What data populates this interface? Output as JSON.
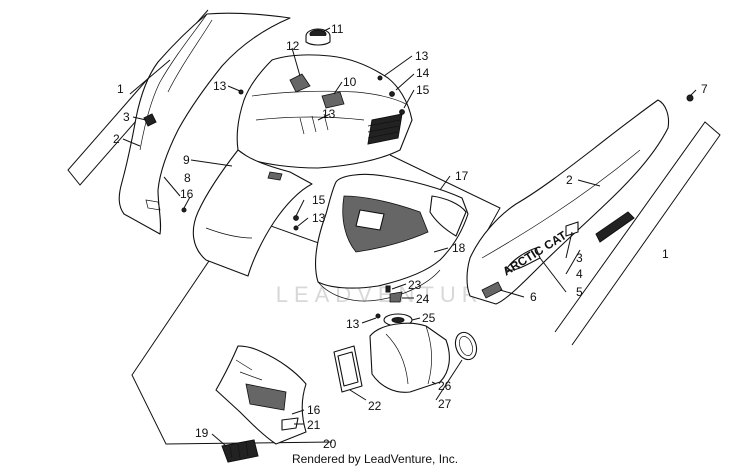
{
  "callouts": [
    {
      "id": "c1-left",
      "text": "1"
    },
    {
      "id": "c3-left",
      "text": "3"
    },
    {
      "id": "c2-left",
      "text": "2"
    },
    {
      "id": "c9",
      "text": "9"
    },
    {
      "id": "c8",
      "text": "8"
    },
    {
      "id": "c16-left",
      "text": "16"
    },
    {
      "id": "c12",
      "text": "12"
    },
    {
      "id": "c11",
      "text": "11"
    },
    {
      "id": "c13-top",
      "text": "13"
    },
    {
      "id": "c10",
      "text": "10"
    },
    {
      "id": "c13-topright",
      "text": "13"
    },
    {
      "id": "c14",
      "text": "14"
    },
    {
      "id": "c15-top",
      "text": "15"
    },
    {
      "id": "c13-mid",
      "text": "13"
    },
    {
      "id": "c15-mid",
      "text": "15"
    },
    {
      "id": "c13-midb",
      "text": "13"
    },
    {
      "id": "c17",
      "text": "17"
    },
    {
      "id": "c18",
      "text": "18"
    },
    {
      "id": "c23",
      "text": "23"
    },
    {
      "id": "c24",
      "text": "24"
    },
    {
      "id": "c13-low",
      "text": "13"
    },
    {
      "id": "c25",
      "text": "25"
    },
    {
      "id": "c22",
      "text": "22"
    },
    {
      "id": "c26",
      "text": "26"
    },
    {
      "id": "c27",
      "text": "27"
    },
    {
      "id": "c16-low",
      "text": "16"
    },
    {
      "id": "c21",
      "text": "21"
    },
    {
      "id": "c19",
      "text": "19"
    },
    {
      "id": "c20",
      "text": "20"
    },
    {
      "id": "c7",
      "text": "7"
    },
    {
      "id": "c2-right",
      "text": "2"
    },
    {
      "id": "c1-right",
      "text": "1"
    },
    {
      "id": "c3-right",
      "text": "3"
    },
    {
      "id": "c4",
      "text": "4"
    },
    {
      "id": "c5",
      "text": "5"
    },
    {
      "id": "c6",
      "text": "6"
    }
  ],
  "decal_text": "ARCTIC CAT",
  "watermark": "LEADVENTURE",
  "credit": "Rendered by LeadVenture, Inc."
}
